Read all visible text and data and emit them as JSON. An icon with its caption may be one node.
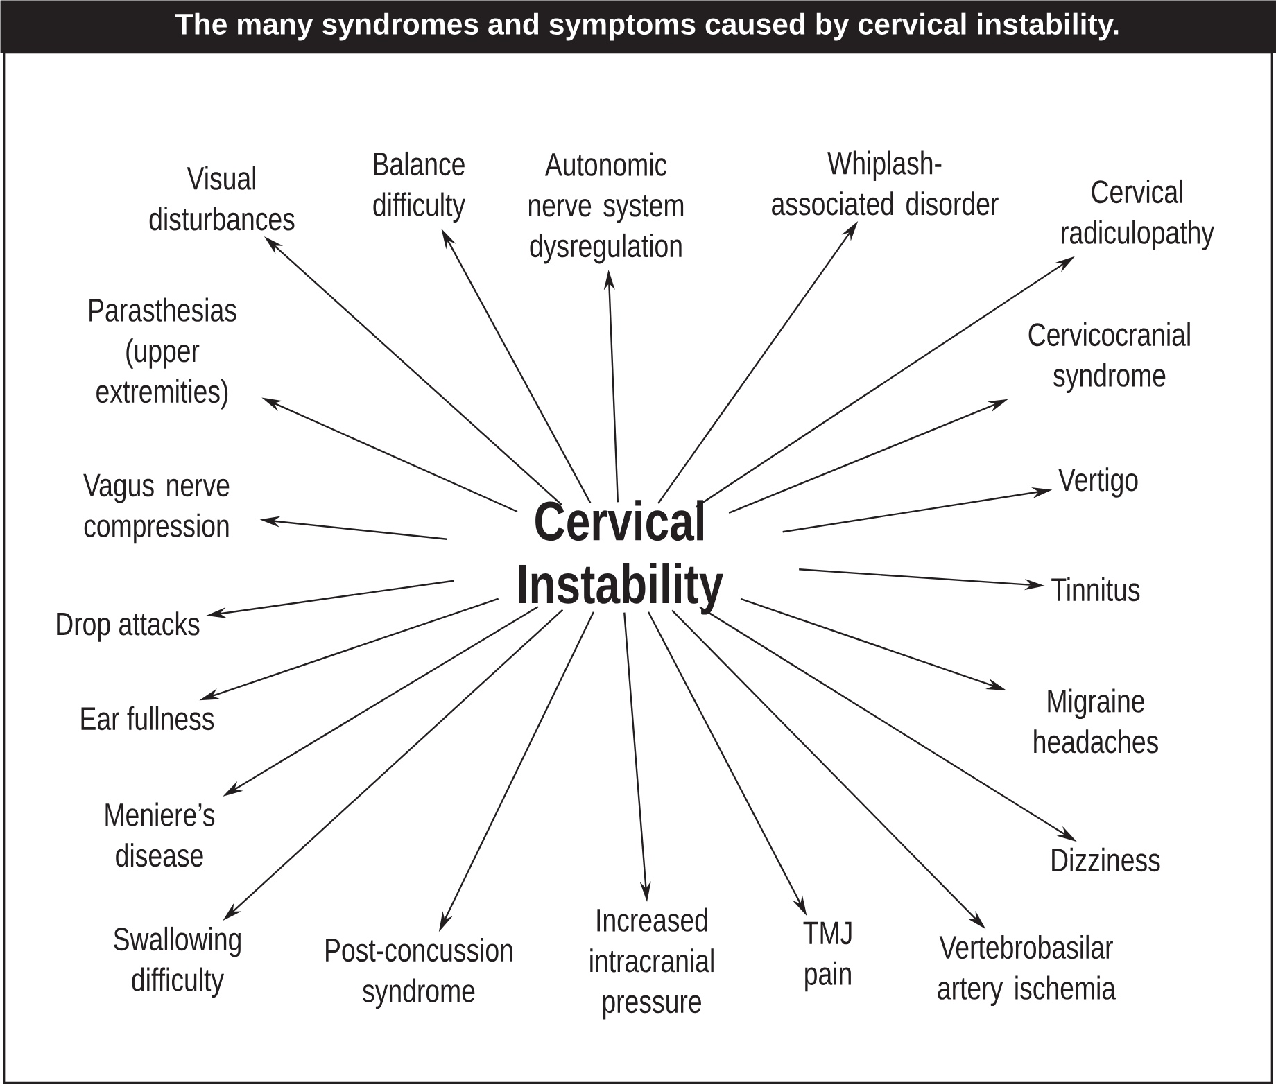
{
  "diagram": {
    "title": "The many syndromes and symptoms caused by cervical instability.",
    "nodes": [
      {
        "text": [
          "Cervical Instability"
        ]
      },
      {
        "text": [
          "Visual disturbances"
        ]
      },
      {
        "text": [
          "Balance difficulty"
        ]
      },
      {
        "text": [
          "Autonomic nerve system dysregulation"
        ]
      },
      {
        "text": [
          "Whiplash-associated disorder"
        ]
      },
      {
        "text": [
          "Cervical radiculopathy"
        ]
      },
      {
        "text": [
          "Parasthesias (upper extremities)"
        ]
      },
      {
        "text": [
          "Cervicocranial syndrome"
        ]
      },
      {
        "text": [
          "Vagus nerve compression"
        ]
      },
      {
        "text": [
          "Vertigo"
        ]
      },
      {
        "text": [
          "Drop attacks"
        ]
      },
      {
        "text": [
          "Tinnitus"
        ]
      },
      {
        "text": [
          "Ear fullness"
        ]
      },
      {
        "text": [
          "Migraine headaches"
        ]
      },
      {
        "text": [
          "Meniere’s disease"
        ]
      },
      {
        "text": [
          "Dizziness"
        ]
      },
      {
        "text": [
          "Swallowing difficulty"
        ]
      },
      {
        "text": [
          "Post-concussion syndrome"
        ]
      },
      {
        "text": [
          "Increased intracranial pressure"
        ]
      },
      {
        "text": [
          "TMJ pain"
        ]
      },
      {
        "text": [
          "Vertebrobasilar artery ischemia"
        ]
      }
    ],
    "edges": [
      {
        "from": 0,
        "to": 1,
        "arrow": "to"
      },
      {
        "from": 0,
        "to": 2,
        "arrow": "to"
      },
      {
        "from": 0,
        "to": 3,
        "arrow": "to"
      },
      {
        "from": 0,
        "to": 4,
        "arrow": "to"
      },
      {
        "from": 0,
        "to": 5,
        "arrow": "to"
      },
      {
        "from": 0,
        "to": 6,
        "arrow": "to"
      },
      {
        "from": 0,
        "to": 7,
        "arrow": "to"
      },
      {
        "from": 0,
        "to": 8,
        "arrow": "to"
      },
      {
        "from": 0,
        "to": 9,
        "arrow": "to"
      },
      {
        "from": 0,
        "to": 10,
        "arrow": "to"
      },
      {
        "from": 0,
        "to": 11,
        "arrow": "to"
      },
      {
        "from": 0,
        "to": 12,
        "arrow": "to"
      },
      {
        "from": 0,
        "to": 13,
        "arrow": "to"
      },
      {
        "from": 0,
        "to": 14,
        "arrow": "to"
      },
      {
        "from": 0,
        "to": 15,
        "arrow": "to"
      },
      {
        "from": 0,
        "to": 16,
        "arrow": "to"
      },
      {
        "from": 0,
        "to": 17,
        "arrow": "to"
      },
      {
        "from": 0,
        "to": 18,
        "arrow": "to"
      },
      {
        "from": 0,
        "to": 19,
        "arrow": "to"
      },
      {
        "from": 0,
        "to": 20,
        "arrow": "to"
      }
    ]
  }
}
